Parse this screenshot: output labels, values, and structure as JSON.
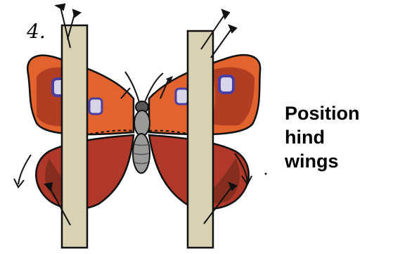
{
  "step_number": "4.",
  "caption_lines": [
    "Position",
    "hind",
    "wings"
  ],
  "colors": {
    "wing_orange": "#e2632d",
    "wing_dark": "#7a2a1c",
    "wing_red": "#b0382a",
    "body_gray": "#9a9a98",
    "strip_tan": "#d8d1b4",
    "spot_blue": "#4a3fa0",
    "spot_white": "#d9d5e8",
    "ink": "#111111"
  },
  "icons": [
    "pin-icon",
    "arrow-down-icon",
    "butterfly-illustration",
    "pinning-strip"
  ]
}
